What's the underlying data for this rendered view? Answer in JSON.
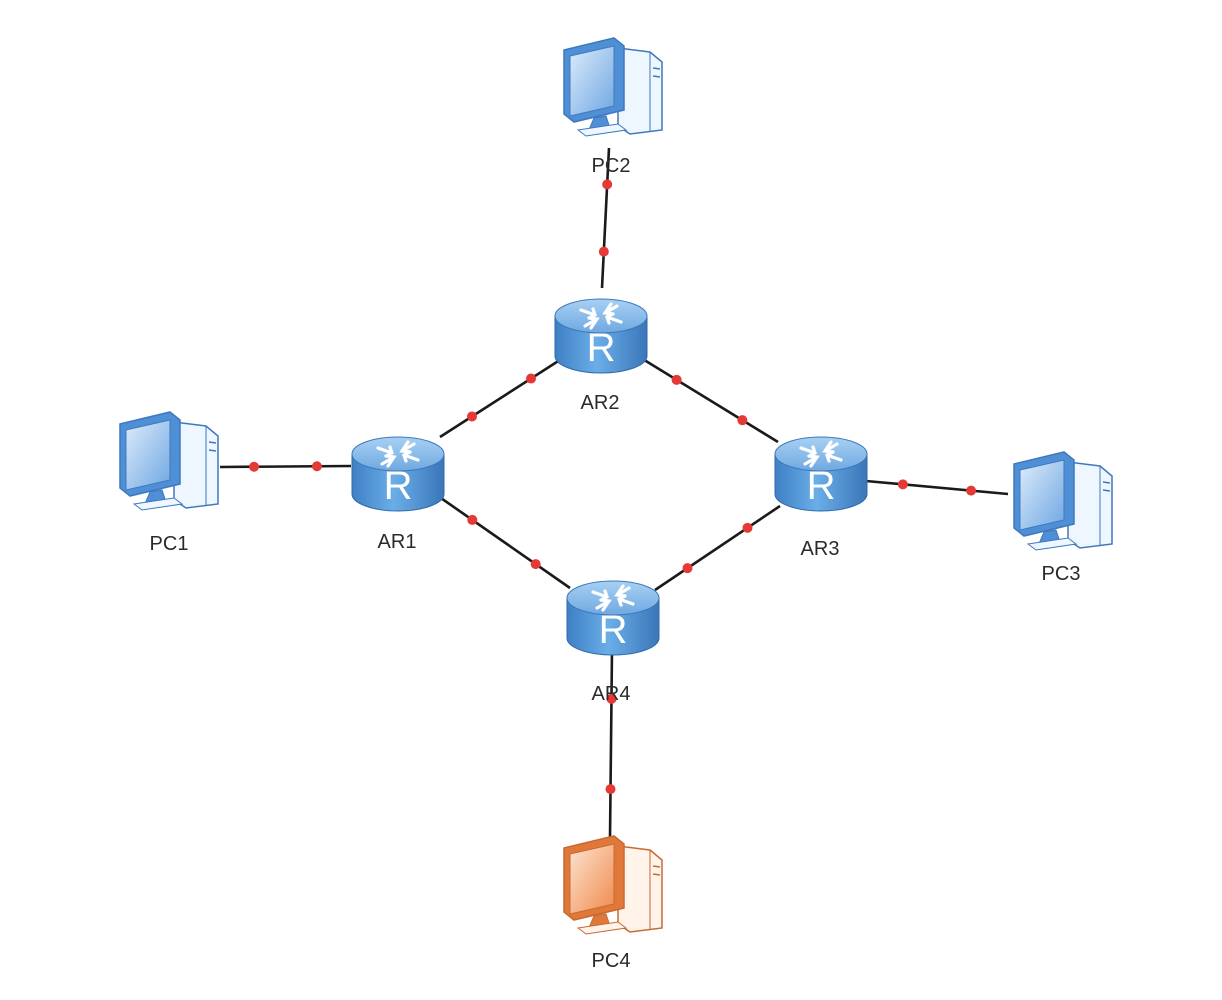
{
  "diagram": {
    "routers": [
      {
        "id": "AR1",
        "label": "AR1",
        "glyph": "R",
        "icon": "router-icon"
      },
      {
        "id": "AR2",
        "label": "AR2",
        "glyph": "R",
        "icon": "router-icon"
      },
      {
        "id": "AR3",
        "label": "AR3",
        "glyph": "R",
        "icon": "router-icon"
      },
      {
        "id": "AR4",
        "label": "AR4",
        "glyph": "R",
        "icon": "router-icon"
      }
    ],
    "pcs": [
      {
        "id": "PC1",
        "label": "PC1",
        "icon": "pc-icon",
        "color": "#5a9be0"
      },
      {
        "id": "PC2",
        "label": "PC2",
        "icon": "pc-icon",
        "color": "#5a9be0"
      },
      {
        "id": "PC3",
        "label": "PC3",
        "icon": "pc-icon",
        "color": "#5a9be0"
      },
      {
        "id": "PC4",
        "label": "PC4",
        "icon": "pc-icon",
        "color": "#f08a4b"
      }
    ],
    "links": [
      [
        "PC2",
        "AR2"
      ],
      [
        "AR2",
        "AR1"
      ],
      [
        "AR2",
        "AR3"
      ],
      [
        "AR1",
        "PC1"
      ],
      [
        "AR1",
        "AR4"
      ],
      [
        "AR3",
        "AR4"
      ],
      [
        "AR3",
        "PC3"
      ],
      [
        "AR4",
        "PC4"
      ]
    ],
    "colors": {
      "router": "#5b9bd5",
      "router_top": "#7fb8ea",
      "link": "#1a1a1a",
      "port_dot": "#e53935"
    }
  }
}
